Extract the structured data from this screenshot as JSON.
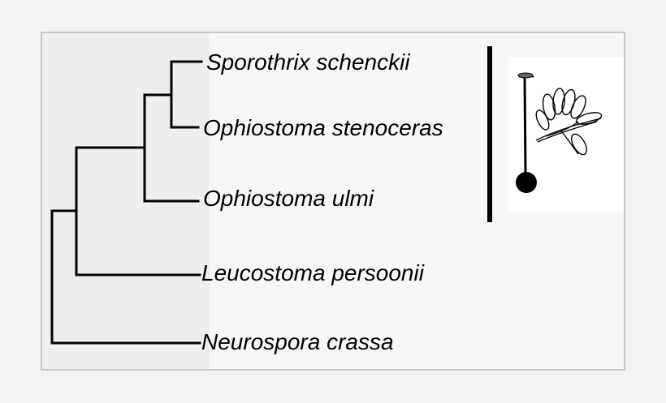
{
  "tree": {
    "taxa": [
      {
        "id": "sporothrix",
        "label": "Sporothrix schenckii"
      },
      {
        "id": "ophiostoma-stenoceras",
        "label": "Ophiostoma stenoceras"
      },
      {
        "id": "ophiostoma-ulmi",
        "label": "Ophiostoma ulmi"
      },
      {
        "id": "leucostoma",
        "label": "Leucostoma persoonii"
      },
      {
        "id": "neurospora",
        "label": "Neurospora crassa"
      }
    ]
  },
  "colors": {
    "page_background": "#f2f2f2",
    "panel_background": "#eeeeee",
    "panel_highlight": "#f7f7f7",
    "ink": "#000000"
  },
  "icons": {
    "clade_illustration": "conidiophore-with-conidia-icon"
  }
}
